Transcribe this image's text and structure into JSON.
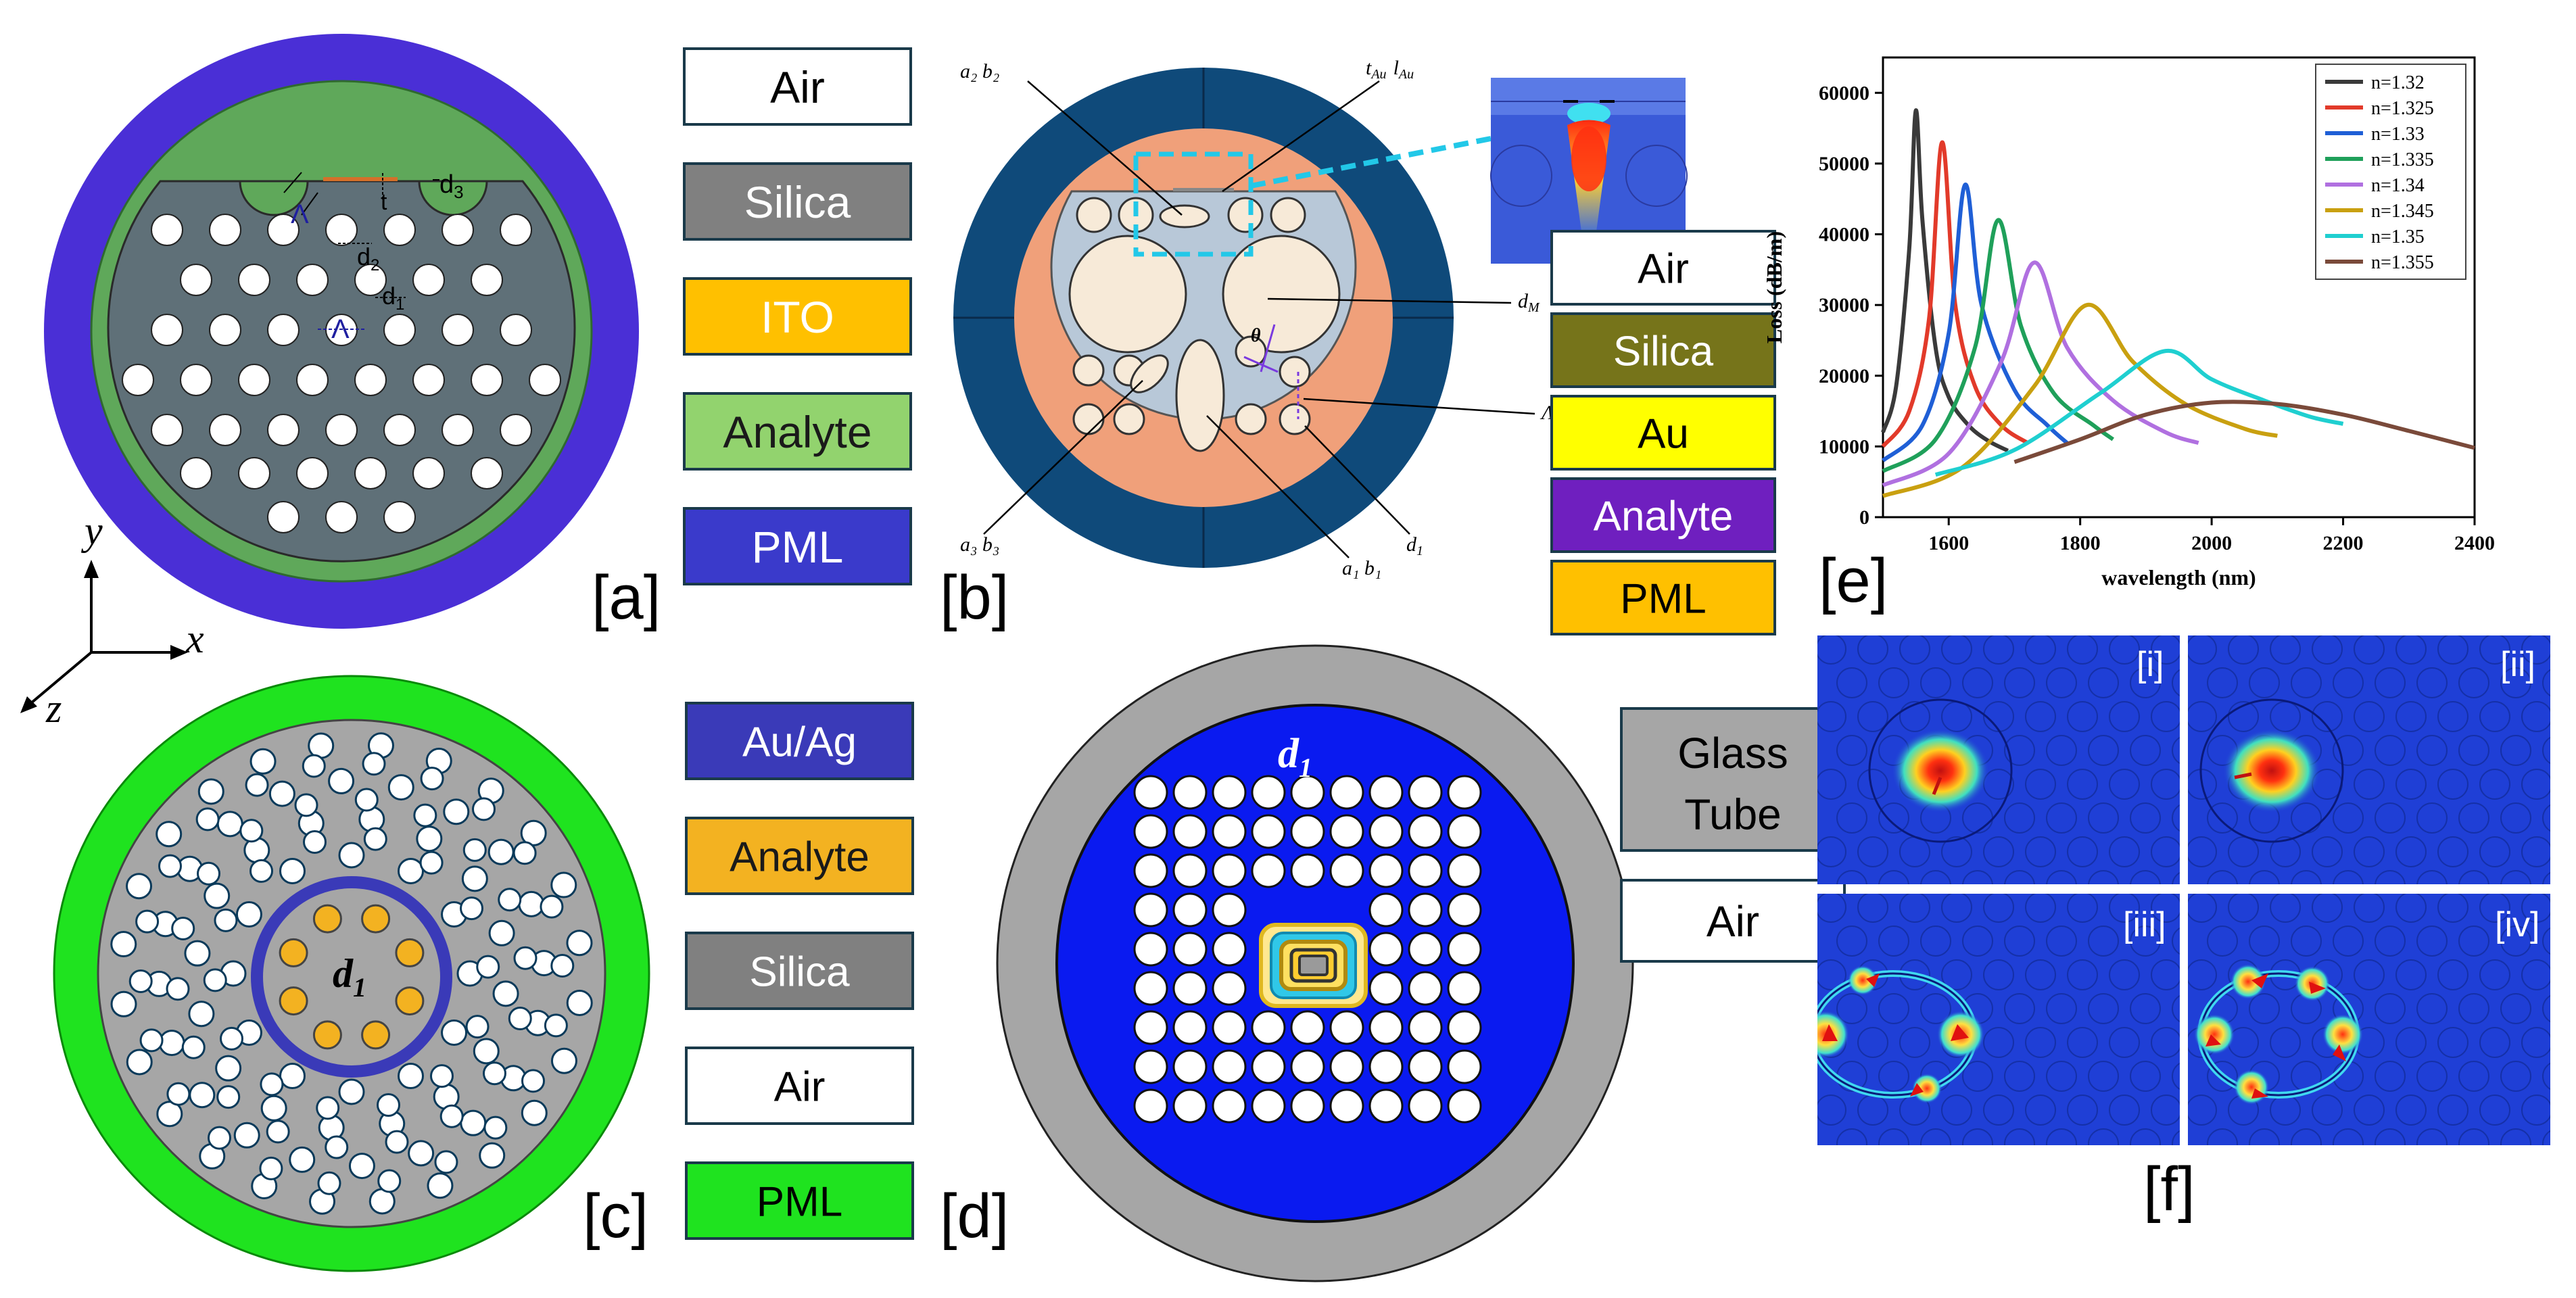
{
  "panels": {
    "a": {
      "label": "[a]",
      "legend": [
        {
          "text": "Air",
          "fill": "#ffffff",
          "text_color": "#000000"
        },
        {
          "text": "Silica",
          "fill": "#808080",
          "text_color": "#ffffff"
        },
        {
          "text": "ITO",
          "fill": "#ffc000",
          "text_color": "#ffffff"
        },
        {
          "text": "Analyte",
          "fill": "#92d36e",
          "text_color": "#1a1a1a"
        },
        {
          "text": "PML",
          "fill": "#3a3acb",
          "text_color": "#ffffff"
        }
      ],
      "dims": {
        "d3": "d",
        "d3_sub": "3",
        "t": "t",
        "lambda_top": "Λ",
        "d2": "d",
        "d2_sub": "2",
        "d1": "d",
        "d1_sub": "1",
        "lambda_mid": "Λ"
      },
      "colors": {
        "pml": "#4a2fd6",
        "analyte": "#5fa85a",
        "silica": "#5f7078",
        "ito": "#d4702a"
      }
    },
    "b": {
      "label": "[b]",
      "legend": [
        {
          "text": "Air",
          "fill": "#ffffff",
          "text_color": "#000000"
        },
        {
          "text": "Silica",
          "fill": "#76741a",
          "text_color": "#ffffff"
        },
        {
          "text": "Au",
          "fill": "#ffff00",
          "text_color": "#000000"
        },
        {
          "text": "Analyte",
          "fill": "#6f1fbf",
          "text_color": "#ffffff"
        },
        {
          "text": "PML",
          "fill": "#ffc000",
          "text_color": "#000000"
        }
      ],
      "annotations": {
        "a2b2": "a₂ b₂",
        "tAu": "t",
        "tAu_sub": "Au",
        "lAu": "l",
        "lAu_sub": "Au",
        "dM": "d",
        "dM_sub": "M",
        "theta": "θ",
        "lambda": "Λ",
        "a3b3": "a₃ b₃",
        "a1b1": "a₁ b₁",
        "d1": "d",
        "d1_sub": "1"
      }
    },
    "c": {
      "label": "[c]",
      "legend": [
        {
          "text": "Au/Ag",
          "fill": "#3a3ab8",
          "text_color": "#ffffff"
        },
        {
          "text": "Analyte",
          "fill": "#f3b221",
          "text_color": "#1a1a1a"
        },
        {
          "text": "Silica",
          "fill": "#808080",
          "text_color": "#ffffff"
        },
        {
          "text": "Air",
          "fill": "#ffffff",
          "text_color": "#000000"
        },
        {
          "text": "PML",
          "fill": "#1fe31f",
          "text_color": "#000000"
        }
      ],
      "d1_main": "d",
      "d1_sub": "1"
    },
    "d": {
      "label": "[d]",
      "legend": [
        {
          "text": "Glass",
          "text2": "Tube",
          "fill": "#a6a6a6",
          "text_color": "#000000"
        },
        {
          "text": "Air",
          "fill": "#ffffff",
          "text_color": "#000000"
        }
      ],
      "d1_main": "d",
      "d1_sub": "1"
    },
    "e": {
      "label": "[e]"
    },
    "f": {
      "label": "[f]",
      "sub_labels": [
        "[i]",
        "[ii]",
        "[iii]",
        "[iv]"
      ]
    },
    "axes_triad": {
      "y": "y",
      "x": "x",
      "z": "z"
    }
  },
  "chart_data": {
    "type": "line",
    "title": "",
    "xlabel": "wavelength (nm)",
    "ylabel": "Loss (dB/m)",
    "xlim": [
      1500,
      2400
    ],
    "ylim": [
      0,
      65000
    ],
    "xticks": [
      1600,
      1800,
      2000,
      2200,
      2400
    ],
    "yticks": [
      0,
      10000,
      20000,
      30000,
      40000,
      50000,
      60000
    ],
    "legend_position": "top-right",
    "series": [
      {
        "name": "n=1.32",
        "color": "#3a3a3a",
        "x": [
          1500,
          1520,
          1540,
          1550,
          1560,
          1580,
          1600,
          1630,
          1660,
          1690
        ],
        "y": [
          12000,
          18500,
          38000,
          57500,
          42000,
          24000,
          17000,
          13000,
          10800,
          9400
        ]
      },
      {
        "name": "n=1.325",
        "color": "#e23a2a",
        "x": [
          1500,
          1540,
          1570,
          1590,
          1610,
          1640,
          1680,
          1720
        ],
        "y": [
          10000,
          15000,
          28000,
          53000,
          30000,
          18500,
          13000,
          10500
        ]
      },
      {
        "name": "n=1.33",
        "color": "#1f5fd6",
        "x": [
          1500,
          1560,
          1600,
          1625,
          1650,
          1700,
          1750,
          1780
        ],
        "y": [
          8000,
          13000,
          26000,
          47000,
          30000,
          18000,
          13000,
          10500
        ]
      },
      {
        "name": "n=1.335",
        "color": "#1fa05a",
        "x": [
          1500,
          1580,
          1640,
          1675,
          1710,
          1760,
          1820,
          1850
        ],
        "y": [
          6500,
          11000,
          24000,
          42000,
          27000,
          17500,
          13000,
          11000
        ]
      },
      {
        "name": "n=1.34",
        "color": "#b070e0",
        "x": [
          1500,
          1600,
          1680,
          1730,
          1780,
          1850,
          1930,
          1980
        ],
        "y": [
          4500,
          9000,
          22000,
          36000,
          24000,
          16500,
          12000,
          10500
        ]
      },
      {
        "name": "n=1.345",
        "color": "#c9a010",
        "x": [
          1500,
          1620,
          1730,
          1810,
          1880,
          1960,
          2050,
          2100
        ],
        "y": [
          3000,
          7000,
          18500,
          30000,
          22000,
          16000,
          12500,
          11500
        ]
      },
      {
        "name": "n=1.35",
        "color": "#1fcfd0",
        "x": [
          1580,
          1700,
          1830,
          1930,
          2000,
          2080,
          2150,
          2200
        ],
        "y": [
          6000,
          9500,
          17500,
          23500,
          19500,
          16500,
          14200,
          13200
        ]
      },
      {
        "name": "n=1.355",
        "color": "#7a4a3a",
        "x": [
          1700,
          1800,
          1900,
          2000,
          2100,
          2200,
          2300,
          2400
        ],
        "y": [
          7800,
          11000,
          14500,
          16200,
          16000,
          14500,
          12200,
          9800
        ]
      }
    ]
  }
}
